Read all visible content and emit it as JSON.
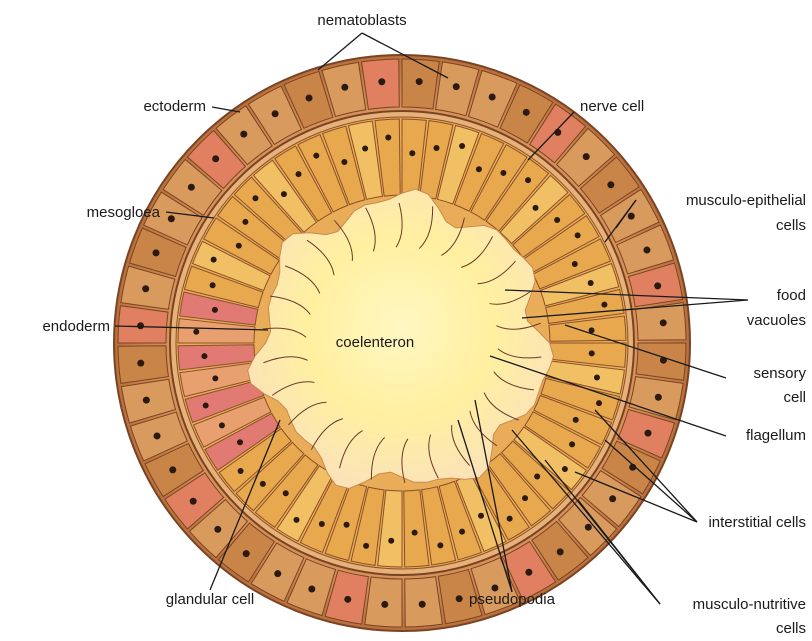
{
  "labels": {
    "nematoblasts": "nematoblasts",
    "ectoderm": "ectoderm",
    "nerve_cell": "nerve cell",
    "mesogloea": "mesogloea",
    "musculo_epithelial": [
      "musculo-epithelial",
      "cells"
    ],
    "endoderm": "endoderm",
    "coelenteron": "coelenteron",
    "food_vacuoles": [
      "food",
      "vacuoles"
    ],
    "sensory_cell": [
      "sensory",
      "cell"
    ],
    "flagellum": "flagellum",
    "interstitial_cells": "interstitial cells",
    "glandular_cell": "glandular cell",
    "pseudopodia": "pseudopodia",
    "musculo_nutritive": [
      "musculo-nutritive",
      "cells"
    ]
  },
  "colors": {
    "outer_ring": "#c9824a",
    "ectoderm_cell": "#d99a5e",
    "mesogloea": "#e8b57a",
    "endoderm_cell": "#e7a84e",
    "endoderm_pink": "#e07a72",
    "coelenteron_center": "#fff3a8",
    "coelenteron_edge": "#fbe6b4",
    "nucleus": "#2a1a12",
    "flagellum": "#6b3a2a"
  }
}
